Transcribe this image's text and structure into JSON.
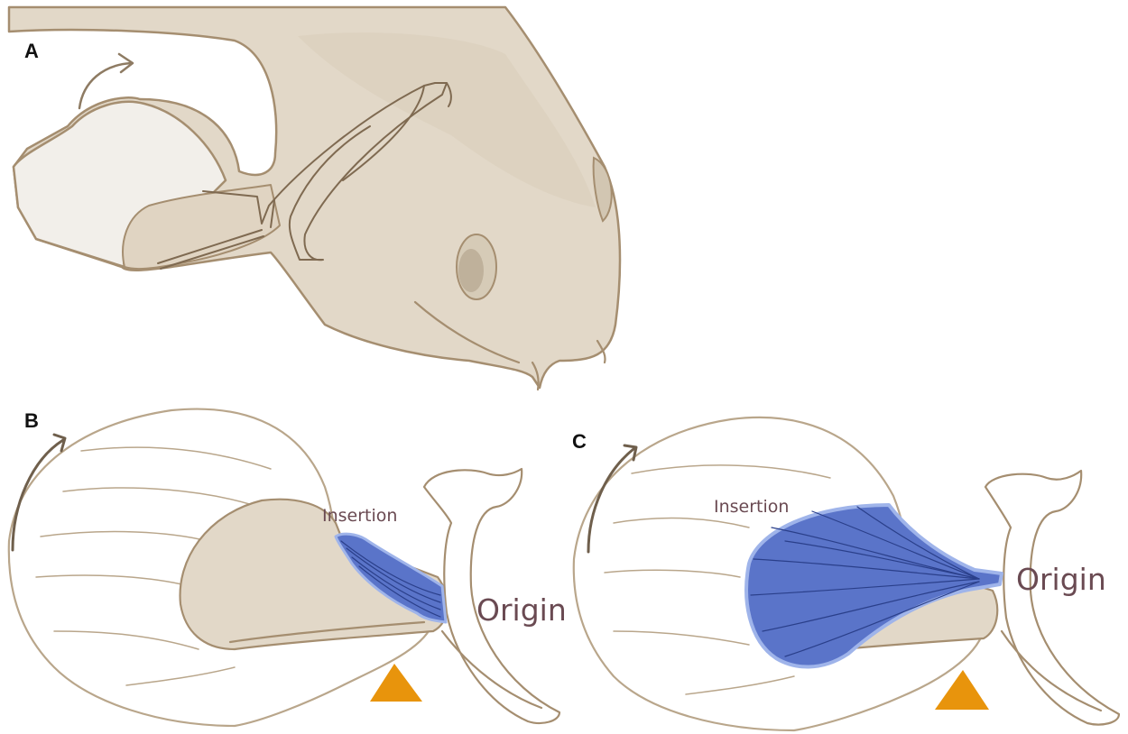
{
  "panels": {
    "a": {
      "letter": "A"
    },
    "b": {
      "letter": "B",
      "insertion_label": "Insertion",
      "origin_label": "Origin"
    },
    "c": {
      "letter": "C",
      "insertion_label": "Insertion",
      "origin_label": "Origin"
    }
  },
  "colors": {
    "head": "#e2d8c8",
    "head_outline": "#a58e70",
    "fin_white": "#f2efea",
    "muscle_fill": "#5a74c9",
    "muscle_edge": "#9fb4ea",
    "muscle_line": "#2a3f8a",
    "marker": "#e8940c",
    "label_text": "#6a4a52"
  },
  "icons": {
    "rotation_arrows": "curved-arrow-icon",
    "marker": "orange-triangle-marker"
  }
}
